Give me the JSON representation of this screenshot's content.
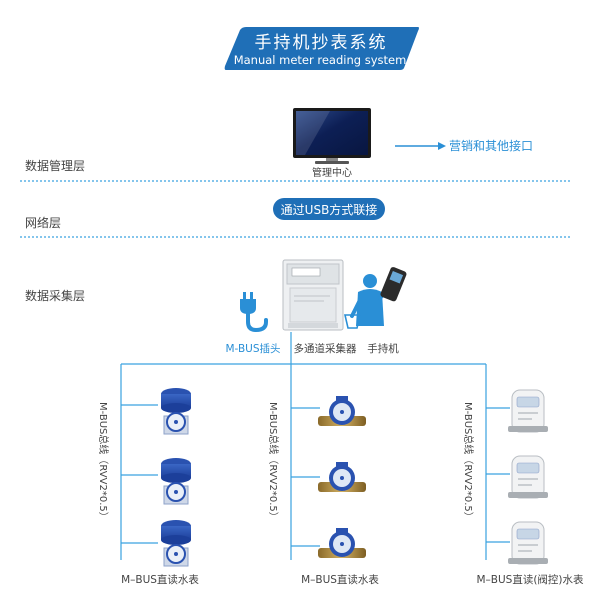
{
  "title_banner": {
    "title_cn": "手持机抄表系统",
    "title_en": "Manual meter reading system"
  },
  "layers": {
    "data_management": "数据管理层",
    "network": "网络层",
    "data_collection": "数据采集层"
  },
  "management": {
    "center_label": "管理中心",
    "interface_label": "营销和其他接口"
  },
  "network_bar": {
    "label": "通过USB方式联接"
  },
  "collection": {
    "plug_label": "M-BUS插头",
    "collector_label": "多通道采集器",
    "handheld_label": "手持机"
  },
  "buses": [
    {
      "label": "M-BUS总线（RVV2*0.5）",
      "bottom_label": "M–BUS直读水表"
    },
    {
      "label": "M-BUS总线（RVV2*0.5）",
      "bottom_label": "M–BUS直读水表"
    },
    {
      "label": "M-BUS总线（RVV2*0.5）",
      "bottom_label": "M–BUS直读(阀控)水表"
    }
  ],
  "colors": {
    "banner": "#1f6fb7",
    "accent": "#2a8fd6",
    "line": "#3aa2e0",
    "text": "#4a4a4a"
  }
}
